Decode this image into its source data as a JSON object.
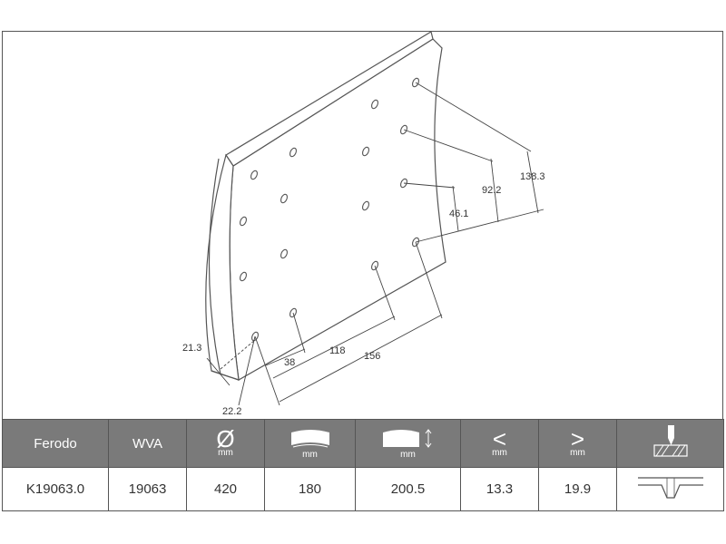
{
  "diagram": {
    "dimensions": {
      "d_138": "138.3",
      "d_92": "92.2",
      "d_46": "46.1",
      "d_21": "21.3",
      "d_22": "22.2",
      "d_38": "38",
      "d_118": "118",
      "d_156": "156"
    }
  },
  "table": {
    "headers": {
      "ferodo": "Ferodo",
      "wva": "WVA",
      "diameter_symbol": "Ø",
      "unit": "mm",
      "less_symbol": "<",
      "greater_symbol": ">"
    },
    "icons": [
      "diameter-icon",
      "arc-width-icon",
      "arc-length-icon",
      "min-thickness-icon",
      "max-thickness-icon",
      "rivet-drill-icon"
    ],
    "values": {
      "ferodo": "K19063.0",
      "wva": "19063",
      "diameter": "420",
      "width": "180",
      "length": "200.5",
      "min": "13.3",
      "max": "19.9"
    }
  }
}
